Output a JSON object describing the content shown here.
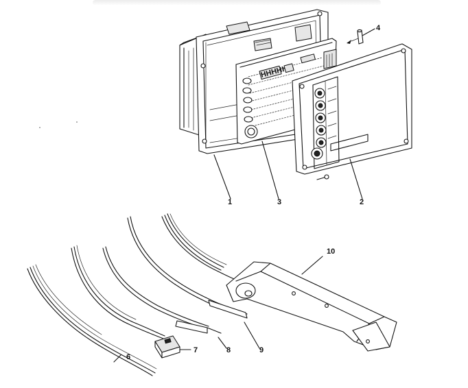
{
  "callouts": {
    "c1": "1",
    "c2": "2",
    "c3": "3",
    "c4": "4",
    "c6": "6",
    "c7": "7",
    "c8": "8",
    "c9": "9",
    "c10": "10"
  },
  "pcb_chip_label": "HHHHH"
}
